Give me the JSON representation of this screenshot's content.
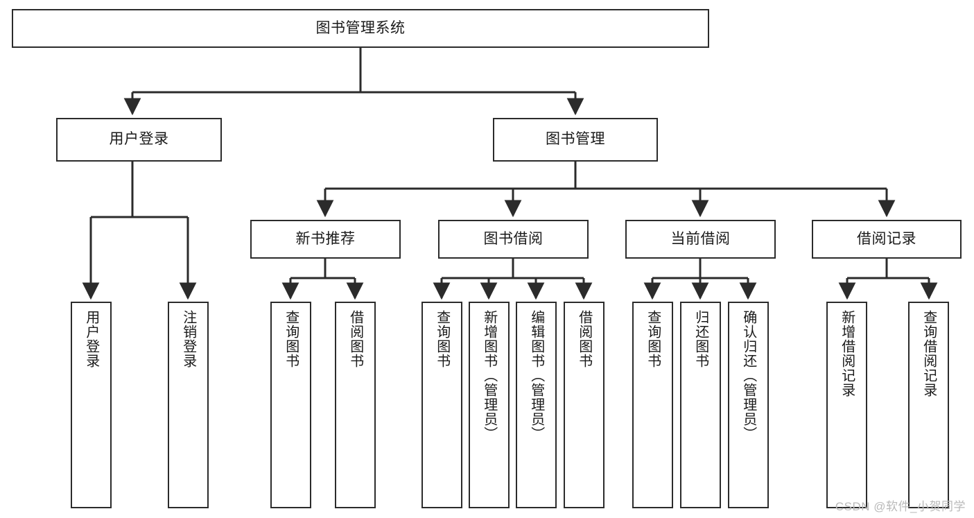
{
  "diagram": {
    "type": "tree-flowchart",
    "title": "图书管理系统",
    "watermark": "CSDN @软件_小贺同学",
    "colors": {
      "stroke": "#2b2b2b",
      "background": "#ffffff",
      "text": "#1a1a1a",
      "watermark": "#b9b9b9"
    },
    "levels": {
      "root": {
        "label": "图书管理系统"
      },
      "level2": [
        {
          "label": "用户登录"
        },
        {
          "label": "图书管理"
        }
      ],
      "level3": [
        {
          "label": "新书推荐"
        },
        {
          "label": "图书借阅"
        },
        {
          "label": "当前借阅"
        },
        {
          "label": "借阅记录"
        }
      ],
      "leaves": [
        {
          "label": "用户登录"
        },
        {
          "label": "注销登录"
        },
        {
          "label": "查询图书"
        },
        {
          "label": "借阅图书"
        },
        {
          "label": "查询图书"
        },
        {
          "label": "新增图书（管理员）"
        },
        {
          "label": "编辑图书（管理员）"
        },
        {
          "label": "借阅图书"
        },
        {
          "label": "查询图书"
        },
        {
          "label": "归还图书"
        },
        {
          "label": "确认归还（管理员）"
        },
        {
          "label": "新增借阅记录"
        },
        {
          "label": "查询借阅记录"
        }
      ]
    },
    "hierarchy": {
      "图书管理系统": [
        "用户登录",
        "图书管理"
      ],
      "用户登录": [
        "用户登录",
        "注销登录"
      ],
      "图书管理": [
        "新书推荐",
        "图书借阅",
        "当前借阅",
        "借阅记录"
      ],
      "新书推荐": [
        "查询图书",
        "借阅图书"
      ],
      "图书借阅": [
        "查询图书",
        "新增图书（管理员）",
        "编辑图书（管理员）",
        "借阅图书"
      ],
      "当前借阅": [
        "查询图书",
        "归还图书",
        "确认归还（管理员）"
      ],
      "借阅记录": [
        "新增借阅记录",
        "查询借阅记录"
      ]
    }
  }
}
